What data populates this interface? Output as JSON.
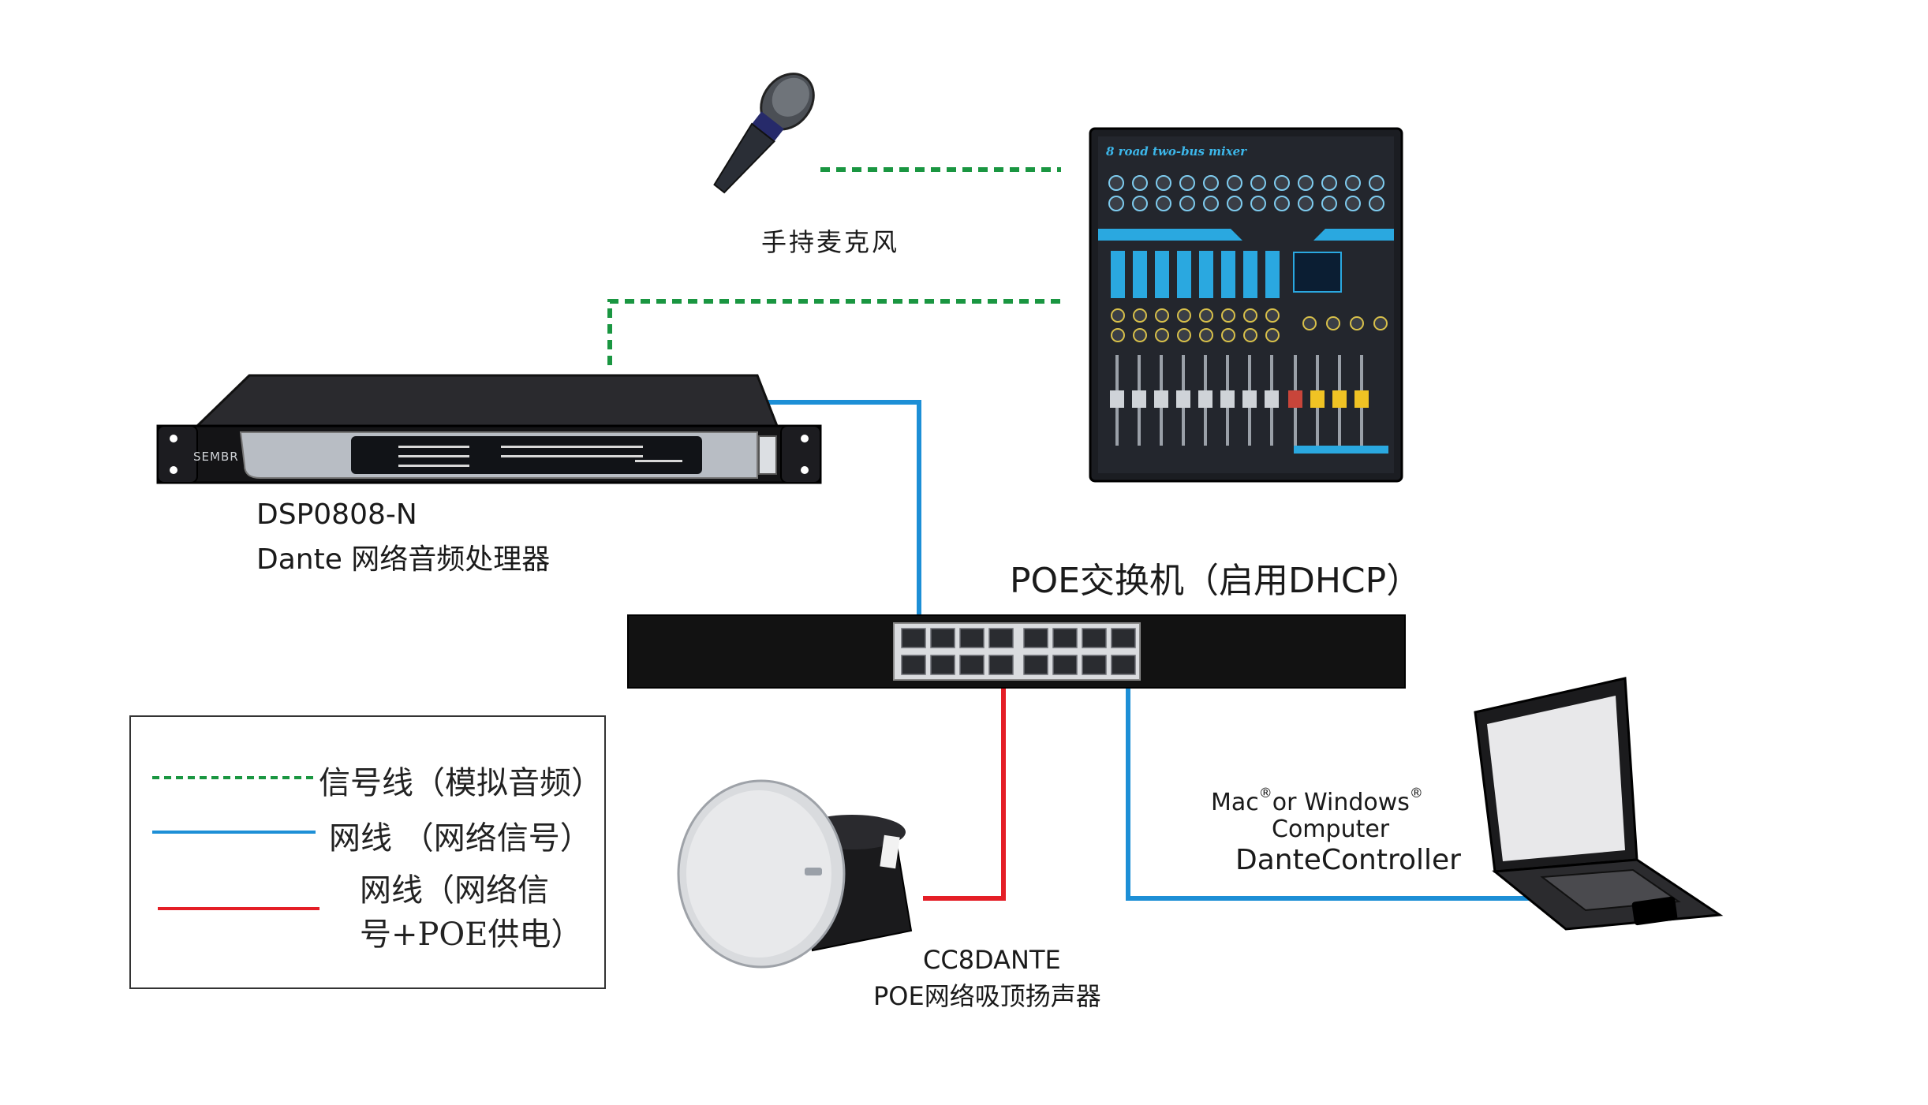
{
  "devices": {
    "microphone": {
      "label": "手持麦克风"
    },
    "mixer": {
      "label": "8 road two-bus mixer"
    },
    "dsp": {
      "brand": "SEMBR",
      "model": "DSP0808-N",
      "description": "Dante 网络音频处理器"
    },
    "switch": {
      "label": "POE交换机（启用DHCP）"
    },
    "speaker": {
      "model": "CC8DANTE",
      "description": "POE网络吸顶扬声器"
    },
    "computer": {
      "line1_a": "Mac",
      "reg": "®",
      "line1_b": "or Windows",
      "line2": "Computer",
      "line3": "DanteController"
    }
  },
  "legend": {
    "signal_line": "信号线（模拟音频）",
    "network_line": "网线 （网络信号）",
    "poe_line_1": "网线（网络信",
    "poe_line_2": "号+POE供电）"
  },
  "colors": {
    "signal": "#1a9641",
    "network": "#1d8fd6",
    "poe": "#e41e26",
    "device_dark": "#111111",
    "mixer_accent": "#2aa8e0"
  }
}
